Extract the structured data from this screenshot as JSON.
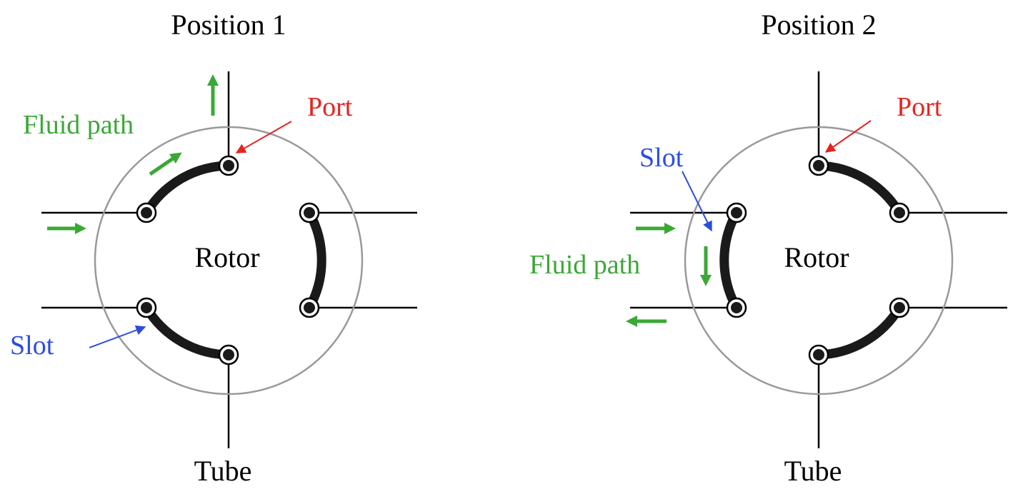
{
  "position1": {
    "title": "Position 1",
    "rotor_label": "Rotor",
    "tube_label": "Tube",
    "fluid_path_label": "Fluid path",
    "port_label": "Port",
    "slot_label": "Slot"
  },
  "position2": {
    "title": "Position 2",
    "rotor_label": "Rotor",
    "tube_label": "Tube",
    "fluid_path_label": "Fluid path",
    "port_label": "Port",
    "slot_label": "Slot"
  },
  "colors": {
    "fluid_path": "#3ba836",
    "port": "#e52421",
    "slot": "#2a4de0",
    "rotor_outline": "#999999",
    "slot_fill": "#1a1a1a"
  }
}
